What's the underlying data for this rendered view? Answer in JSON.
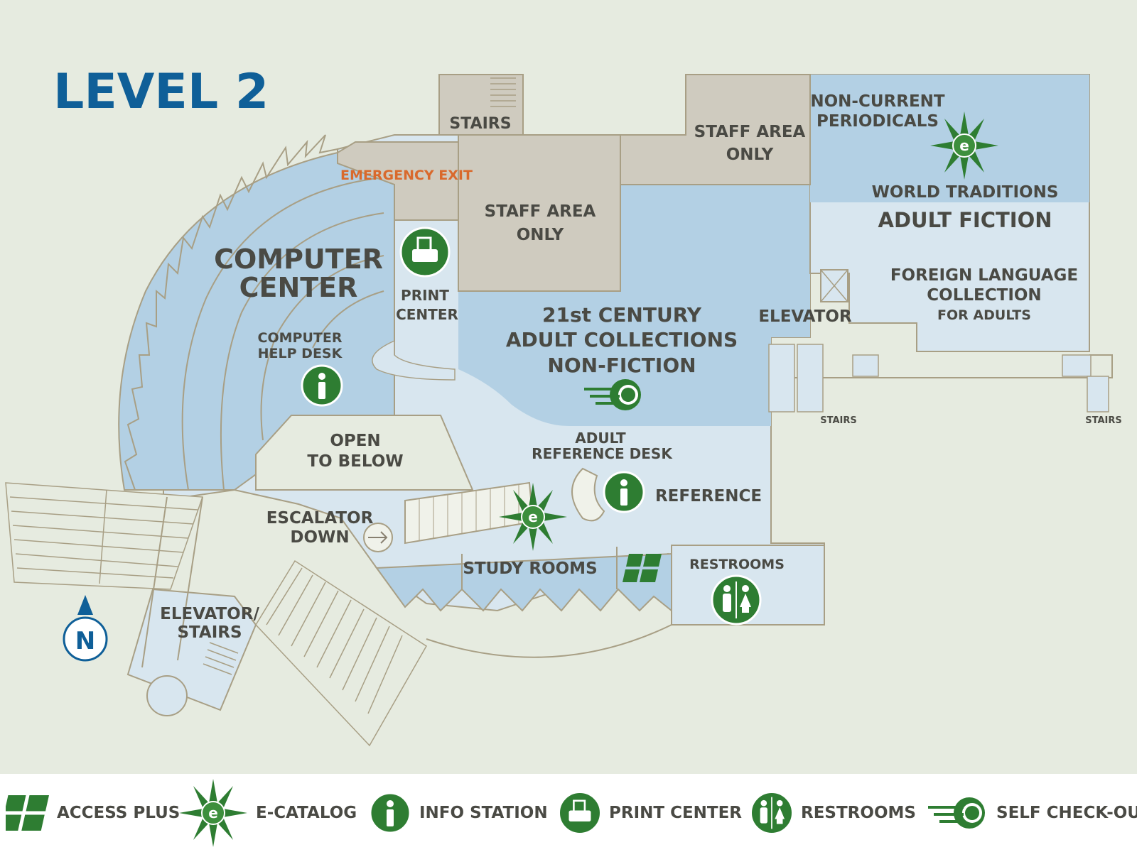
{
  "map": {
    "title": "LEVEL 2",
    "rooms": {
      "stairs_top": "STAIRS",
      "staff_area_1": [
        "STAFF AREA",
        "ONLY"
      ],
      "staff_area_2": [
        "STAFF AREA",
        "ONLY"
      ],
      "non_current": [
        "NON-CURRENT",
        "PERIODICALS"
      ],
      "world_traditions": "WORLD TRADITIONS",
      "adult_fiction": "ADULT FICTION",
      "foreign_language": [
        "FOREIGN LANGUAGE",
        "COLLECTION"
      ],
      "foreign_language_sub": "FOR ADULTS",
      "emergency_exit": "EMERGENCY EXIT",
      "computer_center": [
        "COMPUTER",
        "CENTER"
      ],
      "computer_help_desk": [
        "COMPUTER",
        "HELP DESK"
      ],
      "print_center": [
        "PRINT",
        "CENTER"
      ],
      "adult_collections": [
        "21st CENTURY",
        "ADULT COLLECTIONS",
        "NON-FICTION"
      ],
      "elevator": "ELEVATOR",
      "stairs_right_1": "STAIRS",
      "stairs_right_2": "STAIRS",
      "open_to_below": [
        "OPEN",
        "TO BELOW"
      ],
      "adult_reference_desk": [
        "ADULT",
        "REFERENCE DESK"
      ],
      "reference": "REFERENCE",
      "escalator_down": [
        "ESCALATOR",
        "DOWN"
      ],
      "study_rooms": "STUDY ROOMS",
      "restrooms": "RESTROOMS",
      "elevator_stairs": [
        "ELEVATOR/",
        "STAIRS"
      ],
      "north": "N"
    },
    "icons": [
      "print-icon",
      "info-icon",
      "self-checkout-icon",
      "e-catalog-icon",
      "access-plus-icon",
      "restrooms-icon",
      "north-arrow-icon"
    ]
  },
  "legend": {
    "access_plus": "ACCESS PLUS",
    "e_catalog": "E-CATALOG",
    "info_station": "INFO STATION",
    "print_center": "PRINT CENTER",
    "restrooms": "RESTROOMS",
    "self_checkout": "SELF CHECK-OUT"
  },
  "colors": {
    "background": "#e6ebe0",
    "light_blue": "#d8e6ef",
    "mid_blue": "#b3d0e4",
    "staff_gray": "#cfcbbf",
    "icon_green": "#2e7d32",
    "title_blue": "#0f5f98",
    "exit_orange": "#d9692c",
    "text_gray": "#4a4a44"
  }
}
